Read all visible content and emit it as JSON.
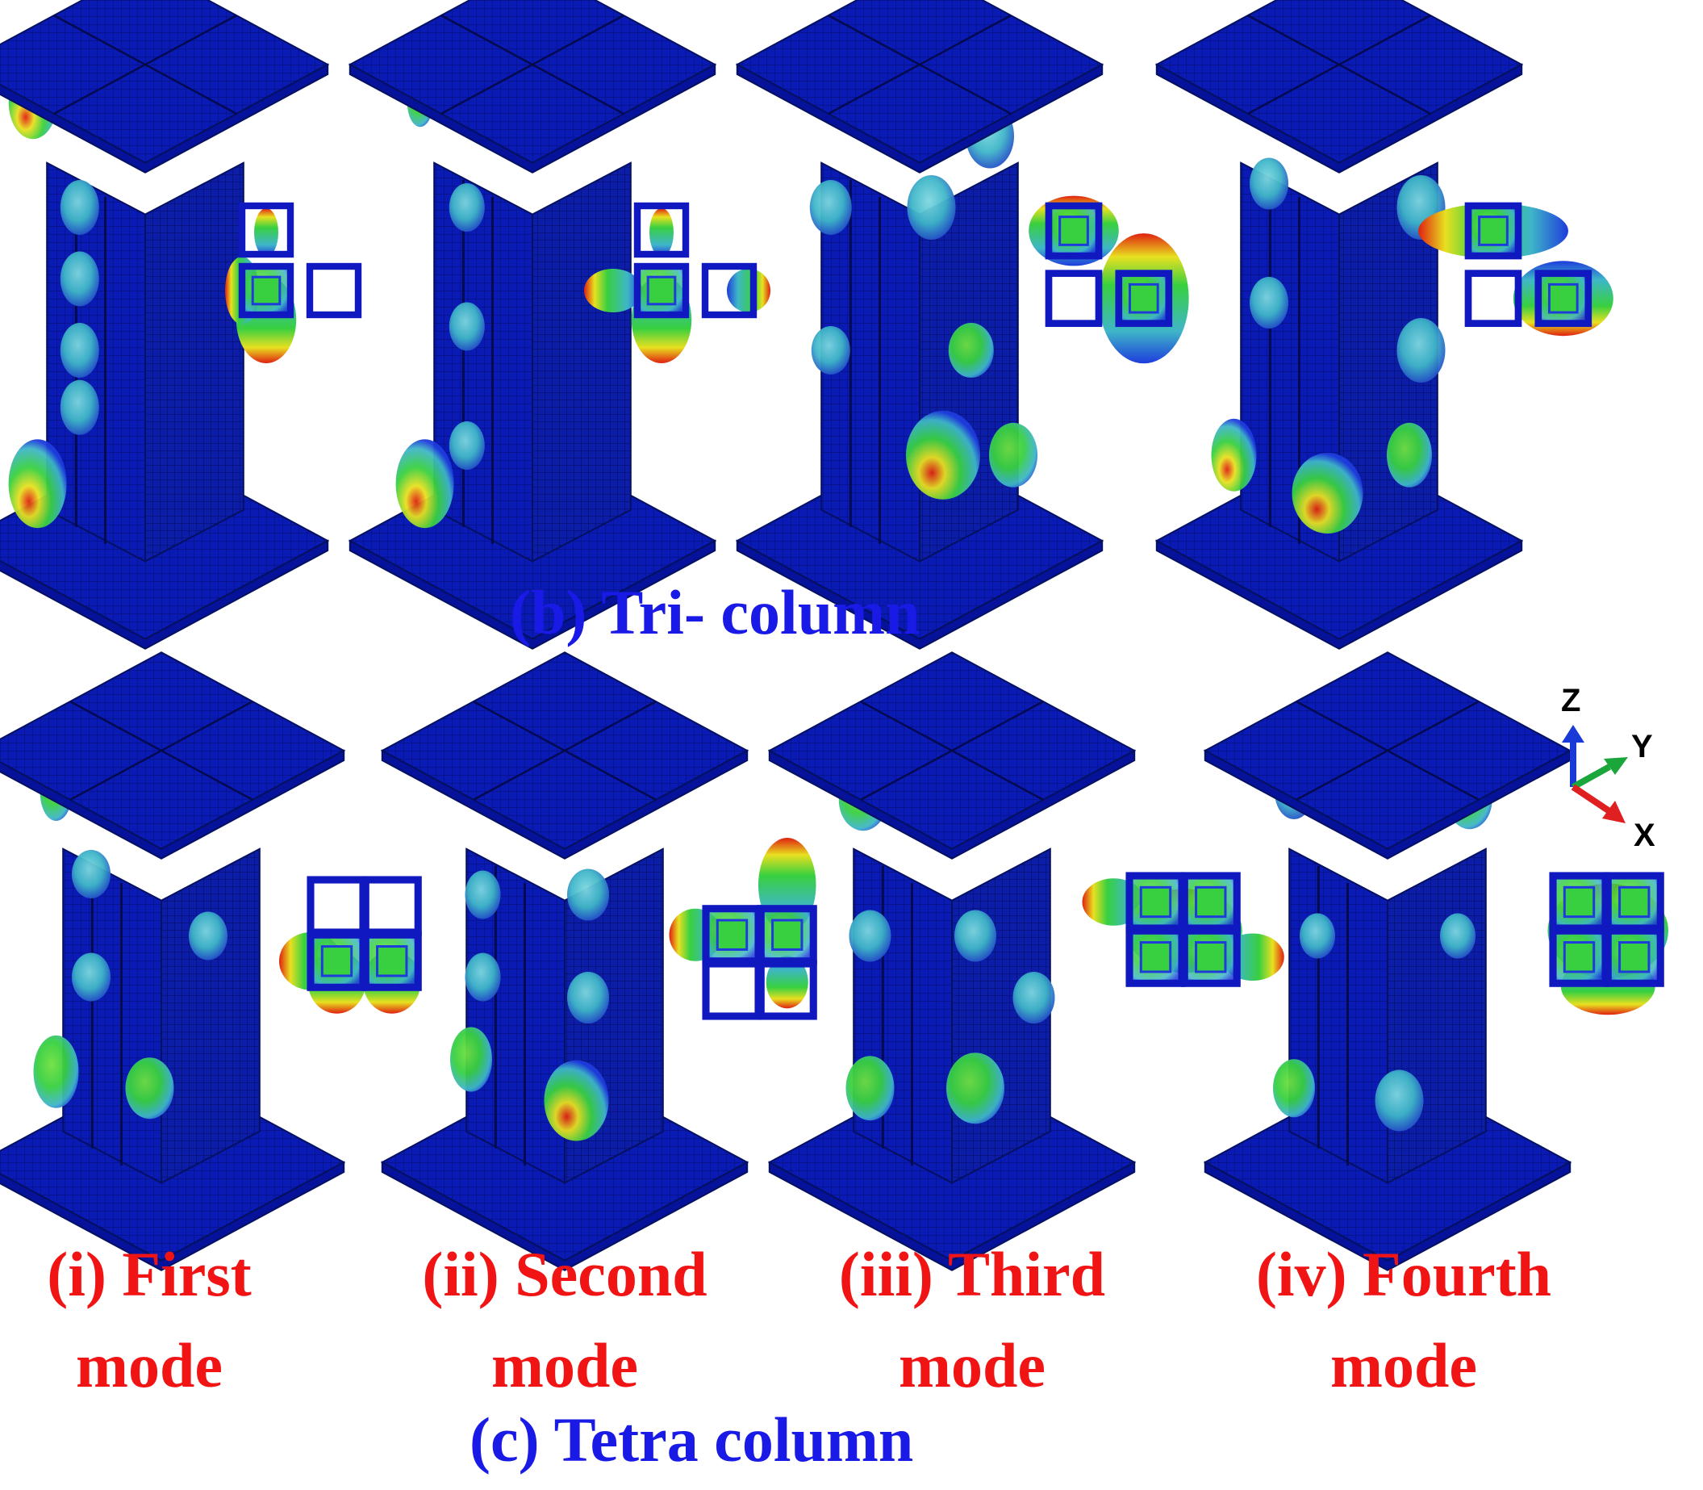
{
  "figure": {
    "section_b": {
      "caption": "(b) Tri- column",
      "mode_count": 4
    },
    "section_c": {
      "caption": "(c) Tetra column",
      "mode_count": 4
    },
    "modes": [
      {
        "line1": "(i) First",
        "line2": "mode"
      },
      {
        "line1": "(ii) Second",
        "line2": "mode"
      },
      {
        "line1": "(iii) Third",
        "line2": "mode"
      },
      {
        "line1": "(iv) Fourth",
        "line2": "mode"
      }
    ],
    "triad": {
      "z": "Z",
      "y": "Y",
      "x": "X"
    }
  },
  "colors": {
    "mesh_base": "#0a1ab4",
    "mesh_light": "#1e3cdc",
    "mesh_dark": "#061078",
    "bulge_cyan": "#3fb6c8",
    "bulge_green": "#38d040",
    "bulge_yellow": "#e8e020",
    "bulge_red": "#e02010",
    "caption_blue": "#1a1ae6",
    "caption_red": "#f01414",
    "axis_z": "#1a3ad8",
    "axis_y": "#1aa63a",
    "axis_x": "#e02020"
  }
}
